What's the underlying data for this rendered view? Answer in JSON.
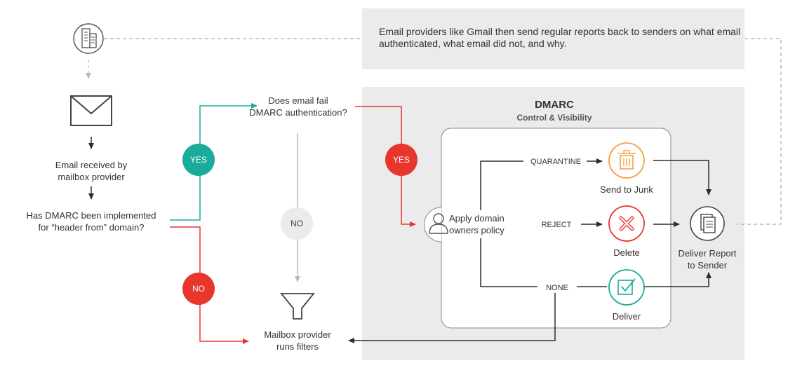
{
  "report_note": "Email providers like Gmail then send regular reports back to senders on what email authenticated, what email did not, and why.",
  "steps": {
    "received_line1": "Email received by",
    "received_line2": "mailbox provider",
    "implemented_line1": "Has DMARC been implemented",
    "implemented_line2": "for “header from” domain?",
    "fail_line1": "Does email fail",
    "fail_line2": "DMARC authentication?",
    "filters_line1": "Mailbox provider",
    "filters_line2": "runs filters"
  },
  "badges": {
    "yes_teal": "YES",
    "no_gray": "NO",
    "no_red": "NO",
    "yes_red": "YES"
  },
  "dmarc": {
    "title": "DMARC",
    "subtitle": "Control & Visibility",
    "policy_line1": "Apply domain",
    "policy_line2": "owners policy",
    "quarantine": "QUARANTINE",
    "reject": "REJECT",
    "none": "NONE",
    "junk": "Send to Junk",
    "delete": "Delete",
    "deliver": "Deliver",
    "report_line1": "Deliver Report",
    "report_line2": "to Sender"
  },
  "colors": {
    "teal": "#1aab9b",
    "red": "#e8362d",
    "orange": "#f5a041",
    "gray_bg": "#ebebeb",
    "dark": "#2d2d2d",
    "light_gray": "#bbbbbb"
  }
}
